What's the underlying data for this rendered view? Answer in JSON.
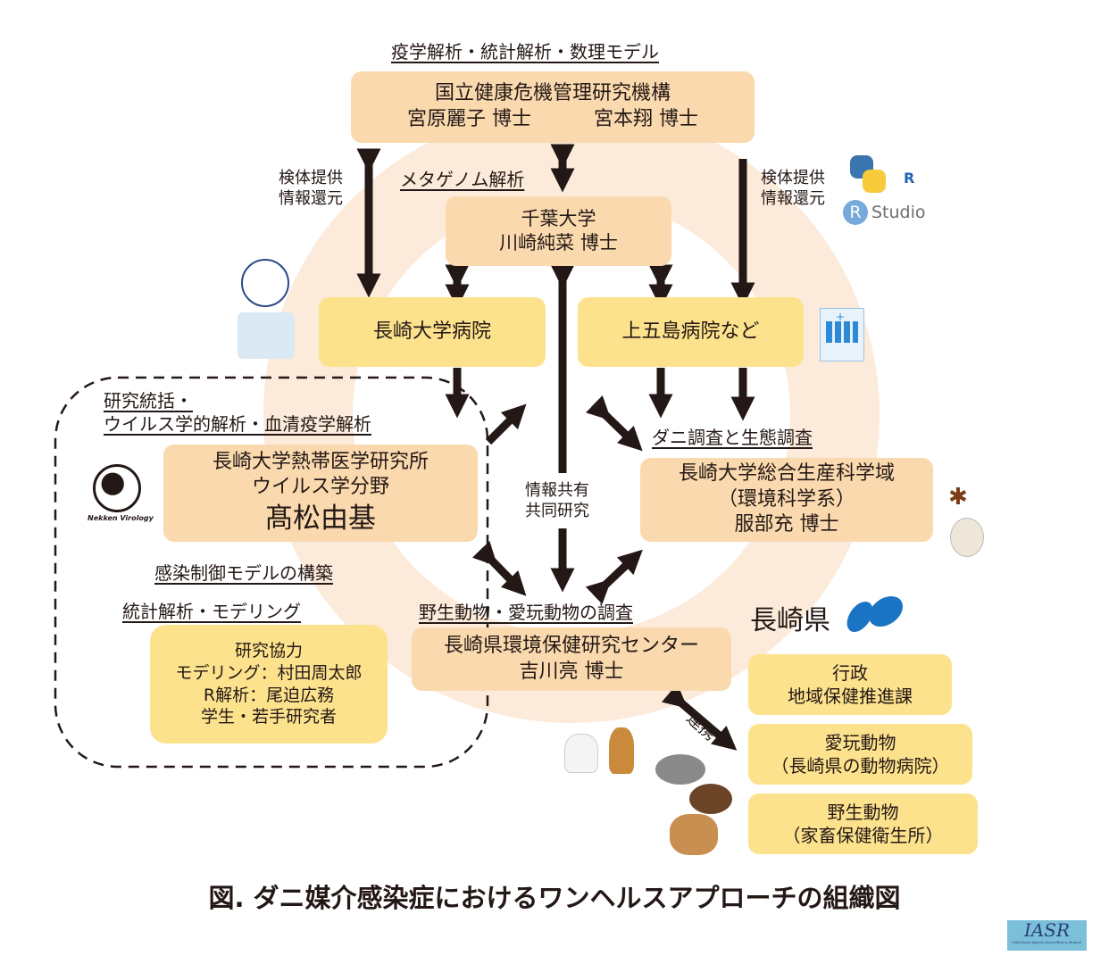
{
  "top_label": "疫学解析・統計解析・数理モデル",
  "niid": {
    "line1": "国立健康危機管理研究機構",
    "name1": "宮原麗子 博士",
    "name2": "宮本翔 博士"
  },
  "sample_left": {
    "line1": "検体提供",
    "line2": "情報還元"
  },
  "sample_right": {
    "line1": "検体提供",
    "line2": "情報還元"
  },
  "metagenome_label": "メタゲノム解析",
  "chiba": {
    "line1": "千葉大学",
    "line2": "川崎純菜 博士"
  },
  "rstudio": {
    "r": "R",
    "text": "Studio"
  },
  "nagasaki_hosp": "長崎大学病院",
  "goto_hosp": "上五島病院など",
  "lead_label": {
    "line1": "研究統括・",
    "line2": "ウイルス学的解析・血清疫学解析"
  },
  "nekken": {
    "line1": "長崎大学熱帯医学研究所",
    "line2": "ウイルス学分野",
    "name": "髙松由基",
    "logo_text": "Nekken Virology"
  },
  "info_share": {
    "line1": "情報共有",
    "line2": "共同研究"
  },
  "tick_label": "ダニ調査と生態調査",
  "env": {
    "line1": "長崎大学総合生産科学域",
    "line2": "（環境科学系）",
    "name": "服部充 博士"
  },
  "infection_label": "感染制御モデルの構築",
  "stats_label": "統計解析・モデリング",
  "collab": {
    "line1": "研究協力",
    "line2": "モデリング：村田周太郎",
    "line3": "R解析：尾迫広務",
    "line4": "学生・若手研究者"
  },
  "wildlife_label": "野生動物・愛玩動物の調査",
  "center": {
    "line1": "長崎県環境保健研究センター",
    "line2": "吉川亮 博士"
  },
  "pref": "長崎県",
  "renkei": "連携",
  "gov": {
    "line1": "行政",
    "line2": "地域保健推進課"
  },
  "pets": {
    "line1": "愛玩動物",
    "line2": "（長崎県の動物病院）"
  },
  "wild": {
    "line1": "野生動物",
    "line2": "（家畜保健衛生所）"
  },
  "caption": "図. ダニ媒介感染症におけるワンヘルスアプローチの組織図",
  "iasr": {
    "title": "IASR",
    "subtitle": "Infectious Agents Surveillance Report"
  },
  "colors": {
    "peach": "#fad9ae",
    "yellow": "#fde28d",
    "ring": "#fcebda"
  }
}
